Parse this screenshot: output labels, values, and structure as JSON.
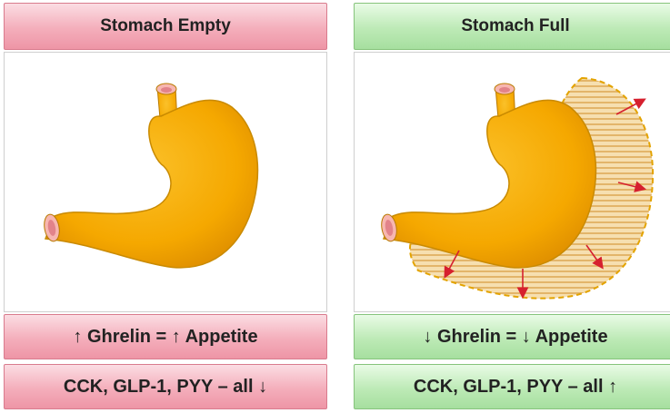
{
  "colors": {
    "pink": "#f4aebb",
    "green": "#bdeab6",
    "stomach": "#f5a800",
    "arrow": "#d6202e"
  },
  "panels": {
    "empty": {
      "title": "Stomach Empty",
      "ghrelin": "↑ Ghrelin = ↑ Appetite",
      "hormones": "CCK,  GLP-1, PYY – all ↓"
    },
    "full": {
      "title": "Stomach Full",
      "ghrelin": "↓ Ghrelin = ↓ Appetite",
      "hormones": "CCK,  GLP-1, PYY – all ↑"
    }
  }
}
